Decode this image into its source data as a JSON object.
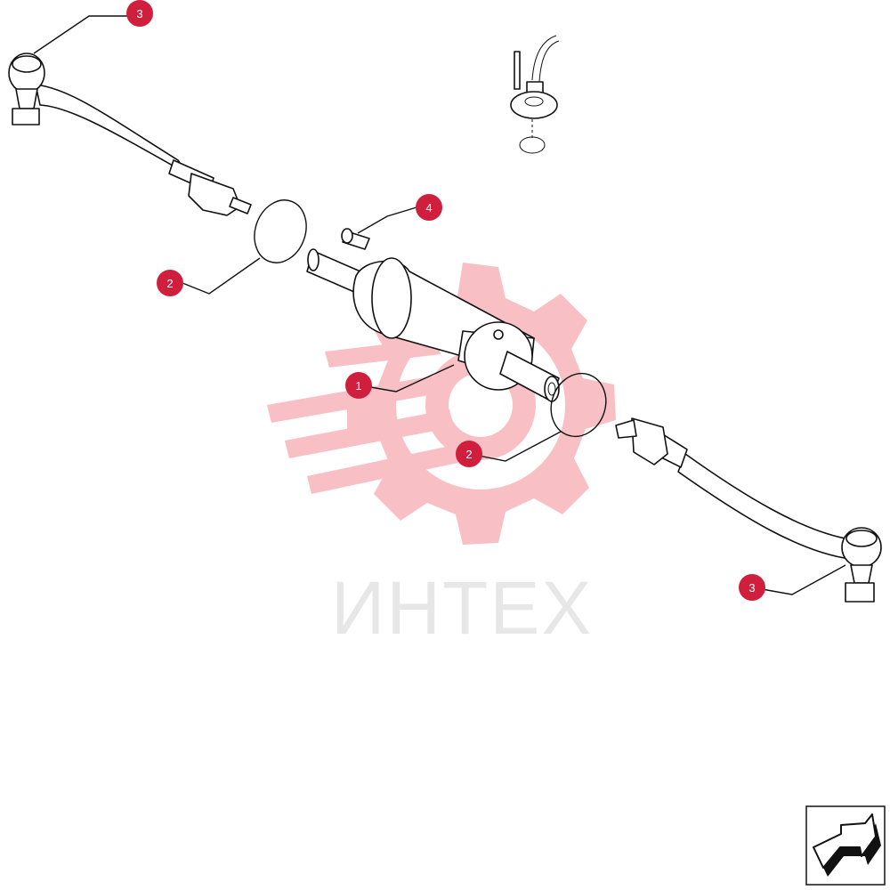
{
  "watermark": {
    "text": "ИНТЕХ",
    "color": "#f08a8a"
  },
  "callout_color": "#d01f3c",
  "callouts": [
    {
      "id": "callout-3-top-left",
      "label": "3"
    },
    {
      "id": "callout-2-left",
      "label": "2"
    },
    {
      "id": "callout-4",
      "label": "4"
    },
    {
      "id": "callout-1",
      "label": "1"
    },
    {
      "id": "callout-2-right",
      "label": "2"
    },
    {
      "id": "callout-3-bottom-right",
      "label": "3"
    }
  ],
  "navigation": {
    "icon": "next-page-arrow-icon"
  }
}
